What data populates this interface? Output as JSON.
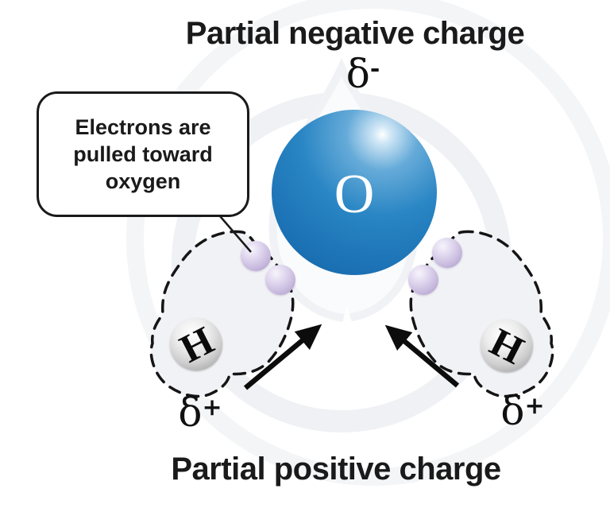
{
  "labels": {
    "top": "Partial negative charge",
    "bottom": "Partial positive charge"
  },
  "charges": {
    "delta": "δ",
    "negative_sign": "-",
    "positive_sign": "+"
  },
  "callout": {
    "lines": [
      "Electrons are",
      "pulled toward",
      "oxygen"
    ]
  },
  "atoms": {
    "oxygen": "O",
    "hydrogen": "H"
  },
  "colors": {
    "oxygen_blue": "#2A86C4",
    "electron_purple": "#C8BADE",
    "hydrogen_grey": "#CFCFCF",
    "ink_black": "#1A1A1A",
    "watermark_grey": "#EFF1F4"
  }
}
